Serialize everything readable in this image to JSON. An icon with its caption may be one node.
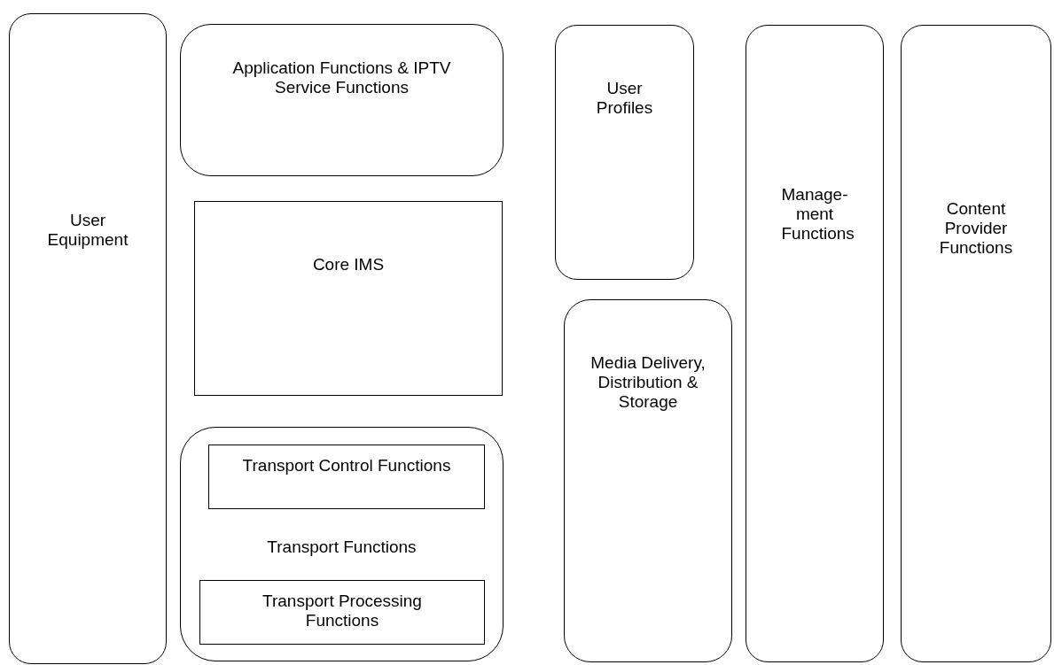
{
  "diagram": {
    "nodes": [
      {
        "text": [
          "User Equipment"
        ]
      },
      {
        "text": [
          "Application Functions & IPTV Service Functions"
        ]
      },
      {
        "text": [
          "Core IMS"
        ]
      },
      {
        "text": [
          "Transport Functions"
        ]
      },
      {
        "text": [
          "Transport Control Functions"
        ],
        "in": 3
      },
      {
        "text": [
          "Transport Processing Functions"
        ],
        "in": 3
      },
      {
        "text": [
          "User Profiles"
        ]
      },
      {
        "text": [
          "Media Delivery, Distribution & Storage"
        ]
      },
      {
        "text": [
          "Manage- ment Functions"
        ]
      },
      {
        "text": [
          "Content Provider Functions"
        ]
      }
    ]
  }
}
